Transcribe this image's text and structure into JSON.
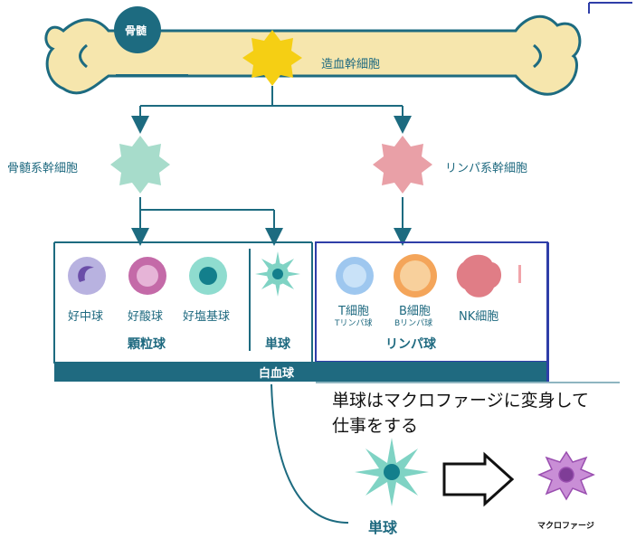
{
  "bone": {
    "marrow_badge": "骨髄",
    "stem_cell": "造血幹細胞"
  },
  "branches": {
    "myeloid": "骨髄系幹細胞",
    "lymphoid": "リンパ系幹細胞"
  },
  "granulocytes": {
    "cells": [
      "好中球",
      "好酸球",
      "好塩基球"
    ],
    "group": "顆粒球"
  },
  "monocyte": {
    "label": "単球"
  },
  "lymphocytes": {
    "t_cell": {
      "label": "T細胞",
      "sub": "Tリンパ球"
    },
    "b_cell": {
      "label": "B細胞",
      "sub": "Bリンパ球"
    },
    "nk_cell": {
      "label": "NK細胞"
    },
    "group": "リンパ球"
  },
  "white_blood_cells": "白血球",
  "note": {
    "line1": "単球はマクロファージに変身して",
    "line2": "仕事をする"
  },
  "transform": {
    "from": "単球",
    "to": "マクロファージ"
  },
  "colors": {
    "bone": "#f6e6ad",
    "bone_outline": "#1d6b80",
    "stem": "#f5cf14",
    "myeloid": "#a7dccb",
    "lymphoid": "#e9a0a7",
    "band": "#1f6a80",
    "monocyte": "#7fd3c4",
    "macrophage": "#c98ed6"
  }
}
